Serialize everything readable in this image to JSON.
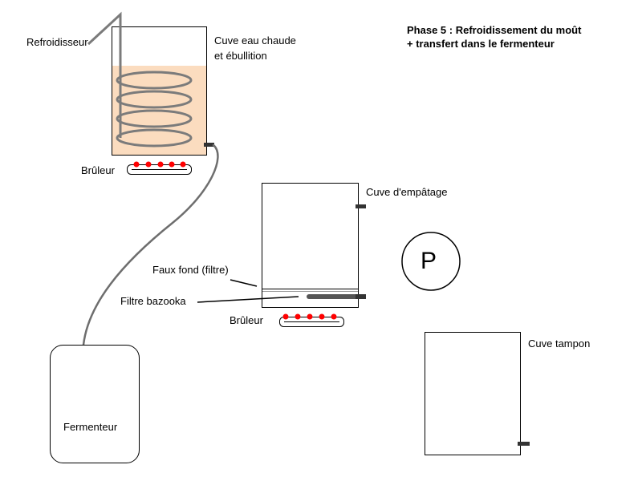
{
  "title": {
    "line1": "Phase 5 : Refroidissement du moût",
    "line2": "+ transfert dans le fermenteur"
  },
  "labels": {
    "cooler": "Refroidisseur",
    "hot_water_tank_line1": "Cuve eau chaude",
    "hot_water_tank_line2": "et ébullition",
    "burner_top": "Brûleur",
    "mash_tun": "Cuve d'empâtage",
    "false_bottom": "Faux fond (filtre)",
    "bazooka_filter": "Filtre bazooka",
    "burner_bottom": "Brûleur",
    "buffer_tank": "Cuve tampon",
    "fermenter": "Fermenteur",
    "pump": "P"
  },
  "colors": {
    "wort": "#fbdcbf",
    "coil": "#7b7b7b",
    "hose": "#6e6e6e",
    "outline": "#000000",
    "valve": "#333333",
    "flame": "#ff0000",
    "bazooka": "#555555"
  }
}
